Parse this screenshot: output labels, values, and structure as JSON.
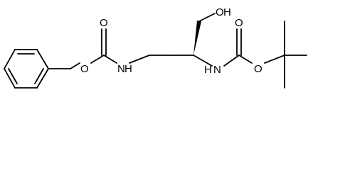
{
  "molecule": {
    "atom_labels": {
      "o_ester_cbz": "O",
      "o_carbonyl_cbz": "O",
      "n_cbz": "N",
      "h_cbz": "H",
      "oh_o": "O",
      "oh_h": "H",
      "n_boc": "N",
      "h_boc": "H",
      "o_carbonyl_boc": "O",
      "o_ester_boc": "O"
    },
    "colors": {
      "bond": "#000000",
      "label": "#000000",
      "background": "#ffffff"
    }
  }
}
